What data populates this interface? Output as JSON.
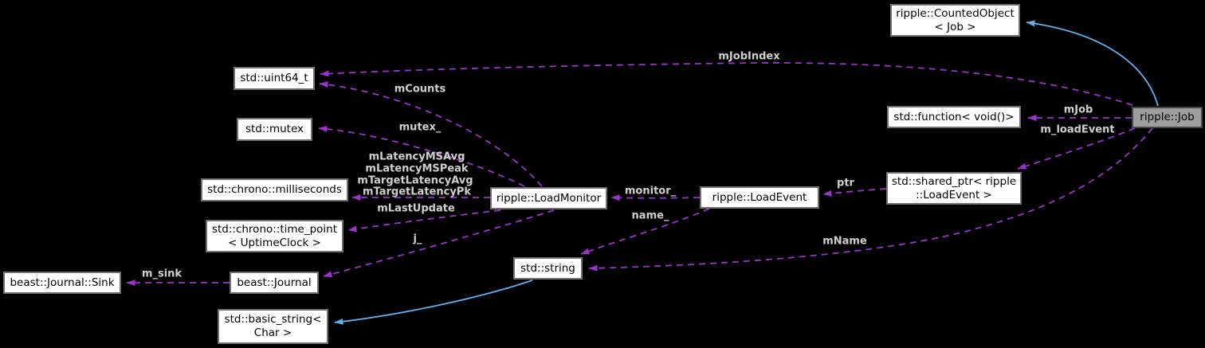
{
  "diagram": {
    "background_color": "#000000",
    "member_edge_color": "#9a32cd",
    "inheritance_edge_color": "#5fb2f2",
    "node_fill": "#ffffff",
    "highlight_node_fill": "#9e9e9e",
    "nodes": [
      {
        "id": "counted-object",
        "lines": [
          "ripple::CountedObject",
          "< Job >"
        ]
      },
      {
        "id": "uint64",
        "lines": [
          "std::uint64_t"
        ]
      },
      {
        "id": "function",
        "lines": [
          "std::function< void()>"
        ]
      },
      {
        "id": "job",
        "lines": [
          "ripple::Job"
        ],
        "highlighted": true
      },
      {
        "id": "mutex",
        "lines": [
          "std::mutex"
        ]
      },
      {
        "id": "milliseconds",
        "lines": [
          "std::chrono::milliseconds"
        ]
      },
      {
        "id": "load-monitor",
        "lines": [
          "ripple::LoadMonitor"
        ]
      },
      {
        "id": "load-event",
        "lines": [
          "ripple::LoadEvent"
        ]
      },
      {
        "id": "shared-ptr",
        "lines": [
          "std::shared_ptr< ripple",
          "::LoadEvent >"
        ]
      },
      {
        "id": "time-point",
        "lines": [
          "std::chrono::time_point",
          "< UptimeClock >"
        ]
      },
      {
        "id": "string",
        "lines": [
          "std::string"
        ]
      },
      {
        "id": "journal-sink",
        "lines": [
          "beast::Journal::Sink"
        ]
      },
      {
        "id": "journal",
        "lines": [
          "beast::Journal"
        ]
      },
      {
        "id": "basic-string",
        "lines": [
          "std::basic_string<",
          "Char >"
        ]
      }
    ],
    "edge_labels": [
      {
        "id": "mJobIndex",
        "text": "mJobIndex"
      },
      {
        "id": "mCounts",
        "text": "mCounts"
      },
      {
        "id": "mutex_",
        "text": "mutex_"
      },
      {
        "id": "mLatencyMSAvg",
        "text": "mLatencyMSAvg"
      },
      {
        "id": "mLatencyMSPeak",
        "text": "mLatencyMSPeak"
      },
      {
        "id": "mTargetLatencyAvg",
        "text": "mTargetLatencyAvg"
      },
      {
        "id": "mTargetLatencyPk",
        "text": "mTargetLatencyPk"
      },
      {
        "id": "mLastUpdate",
        "text": "mLastUpdate"
      },
      {
        "id": "j_",
        "text": "j_"
      },
      {
        "id": "monitor_",
        "text": "monitor_"
      },
      {
        "id": "name_",
        "text": "name_"
      },
      {
        "id": "ptr",
        "text": "ptr"
      },
      {
        "id": "mJob",
        "text": "mJob"
      },
      {
        "id": "m_loadEvent",
        "text": "m_loadEvent"
      },
      {
        "id": "mName",
        "text": "mName"
      },
      {
        "id": "m_sink",
        "text": "m_sink"
      }
    ]
  }
}
